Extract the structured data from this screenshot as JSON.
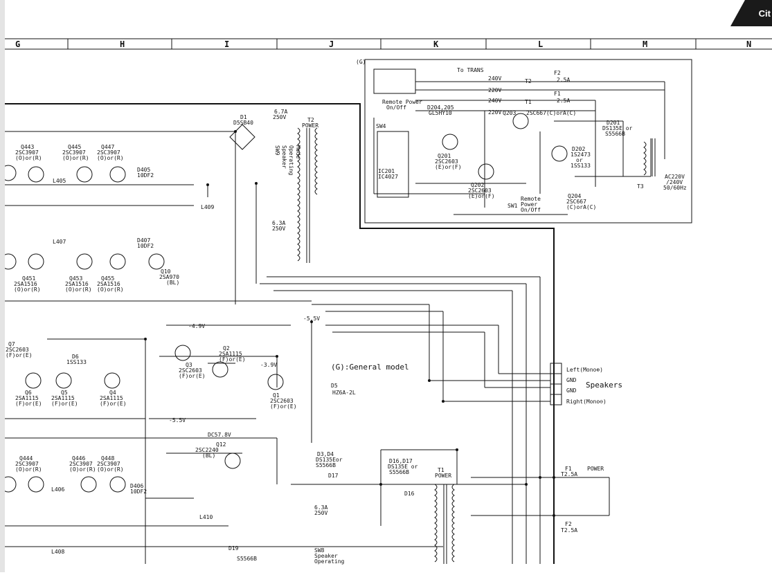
{
  "corner_tab": "Cit",
  "columns": [
    "G",
    "H",
    "I",
    "J",
    "K",
    "L",
    "M",
    "N"
  ],
  "labels": {
    "to_trans": "To TRANS",
    "g_mark": "(G)",
    "remote_power": "Remote Power",
    "on_off": "On/Off",
    "sw4": "SW4",
    "d204": "D204,205",
    "gl5hy10": "GL5HY10",
    "q201": "Q201",
    "q201_part": "2SC2603",
    "q201_rank": "(E)or(F)",
    "q203": "Q203",
    "q203_part": "2SC667(C)orA(C)",
    "ic201": "IC201",
    "ic4027": "IC4027",
    "q202": "Q202",
    "q202_part": "2SC2603",
    "q202_rank": "(E)or(F)",
    "sw1": "SW1",
    "remote_power2": "Remote",
    "power_word": "Power",
    "onoff2": "On/Off",
    "q204": "Q204",
    "q204_part": "2SC667",
    "q204_rank": "(C)orA(C)",
    "d202": "D202",
    "d202_part": "1S2473",
    "d202_or": "or",
    "d202_alt": "1SS133",
    "d201": "D201",
    "d201_part": "DS135E or",
    "d201_alt": "S5566B",
    "t3": "T3",
    "ac": "AC220V",
    "ac2": "/240V",
    "ac3": "50/60Hz",
    "f2": "F2",
    "f2_val": "2.5A",
    "f1": "F1",
    "f1_val": "2.5A",
    "t2": "T2",
    "t1": "T1",
    "v240a": "240V",
    "v220a": "220V",
    "v240b": "240V",
    "v220b": "220V",
    "d1": "D1",
    "d1_part": "D5SB40",
    "fuse67": "6.7A",
    "fuse67b": "250V",
    "t2_power": "T2",
    "power": "POWER",
    "sw9": "SW9",
    "speaker": "Speaker",
    "operating": "Operating",
    "mode": "Mode",
    "fuse63": "6.3A",
    "fuse63b": "250V",
    "q443": "Q443",
    "q443_part": "2SC3907",
    "q443_rank": "(O)or(R)",
    "q445": "Q445",
    "q445_part": "2SC3907",
    "q445_rank": "(O)or(R)",
    "q447": "Q447",
    "q447_part": "2SC3907",
    "q447_rank": "(O)or(R)",
    "d405": "D405",
    "d405_part": "10DF2",
    "d407": "D407",
    "d407_part": "10DF2",
    "l405": "L405",
    "l407": "L407",
    "l409": "L409",
    "q451": "Q451",
    "q451_part": "2SA1516",
    "q451_rank": "(O)or(R)",
    "q453": "Q453",
    "q453_part": "2SA1516",
    "q453_rank": "(O)or(R)",
    "q455": "Q455",
    "q455_part": "2SA1516",
    "q455_rank": "(O)or(R)",
    "q10": "Q10",
    "q10_part": "2SA970",
    "q10_rank": "(BL)",
    "neg5v": "-5.5V",
    "neg49": "-4.9V",
    "q7": "Q7",
    "q7_part": "2SC2603",
    "q7_rank": "(F)or(E)",
    "d6": "D6",
    "d6_part": "1SS133",
    "q6": "Q6",
    "q6_part": "2SA1115",
    "q6_rank": "(F)or(E)",
    "q5": "Q5",
    "q5_part": "2SA1115",
    "q5_rank": "(F)or(E)",
    "q4": "Q4",
    "q4_part": "2SA1115",
    "q4_rank": "(F)or(E)",
    "q3": "Q3",
    "q3_part": "2SC2603",
    "q3_rank": "(F)or(E)",
    "q2": "Q2",
    "q2_part": "2SA1115",
    "q2_rank": "(F)or(E)",
    "q1": "Q1",
    "q1_part": "2SC2603",
    "q1_rank": "(F)or(E)",
    "general": "(G):General model",
    "neg39": "-3.9V",
    "neg55b": "-5.5V",
    "d5": "D5",
    "d5_part": "HZ6A-2L",
    "left": "Left(Mono⊕)",
    "gnd1": "GND",
    "gnd2": "GND",
    "right": "Right(Mono⊖)",
    "speakers": "Speakers",
    "q444": "Q444",
    "q444_part": "2SC3907",
    "q444_rank": "(O)or(R)",
    "q446": "Q446",
    "q446_part": "2SC3907",
    "q446_rank": "(O)or(R)",
    "q448": "Q448",
    "q448_part": "2SC3907",
    "q448_rank": "(O)or(R)",
    "d406": "D406",
    "d406_part": "10DF2",
    "l406": "L406",
    "l408": "L408",
    "l410": "L410",
    "q12": "Q12",
    "q12_part": "2SC2240",
    "q12_rank": "(BL)",
    "dc57": "DC57.8V",
    "d34": "D3,D4",
    "d34_part": "DS135Eor",
    "d34_alt": "S5566B",
    "d1617": "D16,D17",
    "d1617_part": "DS135E or",
    "d1617_alt": "S5566B",
    "d17": "D17",
    "d16": "D16",
    "t1_power": "T1",
    "power2": "POWER",
    "f1b": "F1",
    "f1b_val": "T2.5A",
    "f2b": "F2",
    "f2b_val": "T2.5A",
    "power3": "POWER",
    "sw8": "SW8",
    "speaker2": "Speaker",
    "operating2": "Operating",
    "d19": "D19",
    "d19_part": "S5566B",
    "fuse63c": "6.3A",
    "fuse63d": "250V"
  }
}
